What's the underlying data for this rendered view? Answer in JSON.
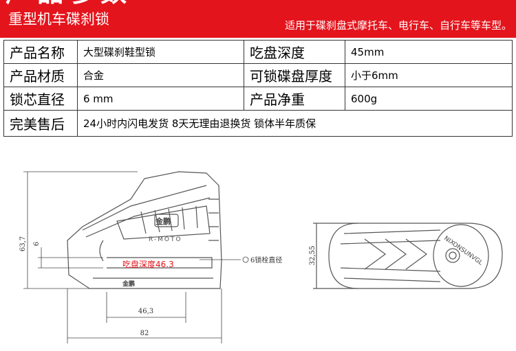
{
  "header": {
    "cut_title": "产品参数",
    "product_title": "重型机车碟刹锁",
    "applicability": "适用于碟刹盘式摩托车、电行车、自行车等车型。",
    "accent_color": "#e4141c"
  },
  "specs": {
    "row1": {
      "label_a": "产品名称",
      "value_a": "大型碟刹鞋型锁",
      "label_b": "吃盘深度",
      "value_b": "45mm"
    },
    "row2": {
      "label_a": "产品材质",
      "value_a": "合金",
      "label_b": "可锁碟盘厚度",
      "value_b": "小于6mm"
    },
    "row3": {
      "label_a": "锁芯直径",
      "value_a": "6 mm",
      "label_b": "产品净重",
      "value_b": "600g"
    },
    "row4": {
      "label_a": "完美售后",
      "value_a": "24小时内闪电发货   8天无理由退换货   锁体半年质保"
    }
  },
  "drawing": {
    "dim_height_total": "63,7",
    "dim_height_small": "6",
    "dim_depth_label": "吃盘深度46.3",
    "dim_depth_width": "46,3",
    "dim_total_width": "82",
    "dim_bolt": "6锁栓直径",
    "dim_top_height": "32,55",
    "logo_text": "R-MOTO",
    "brand_text": "金鹏",
    "engraving": "NIXONSUNVGL"
  }
}
